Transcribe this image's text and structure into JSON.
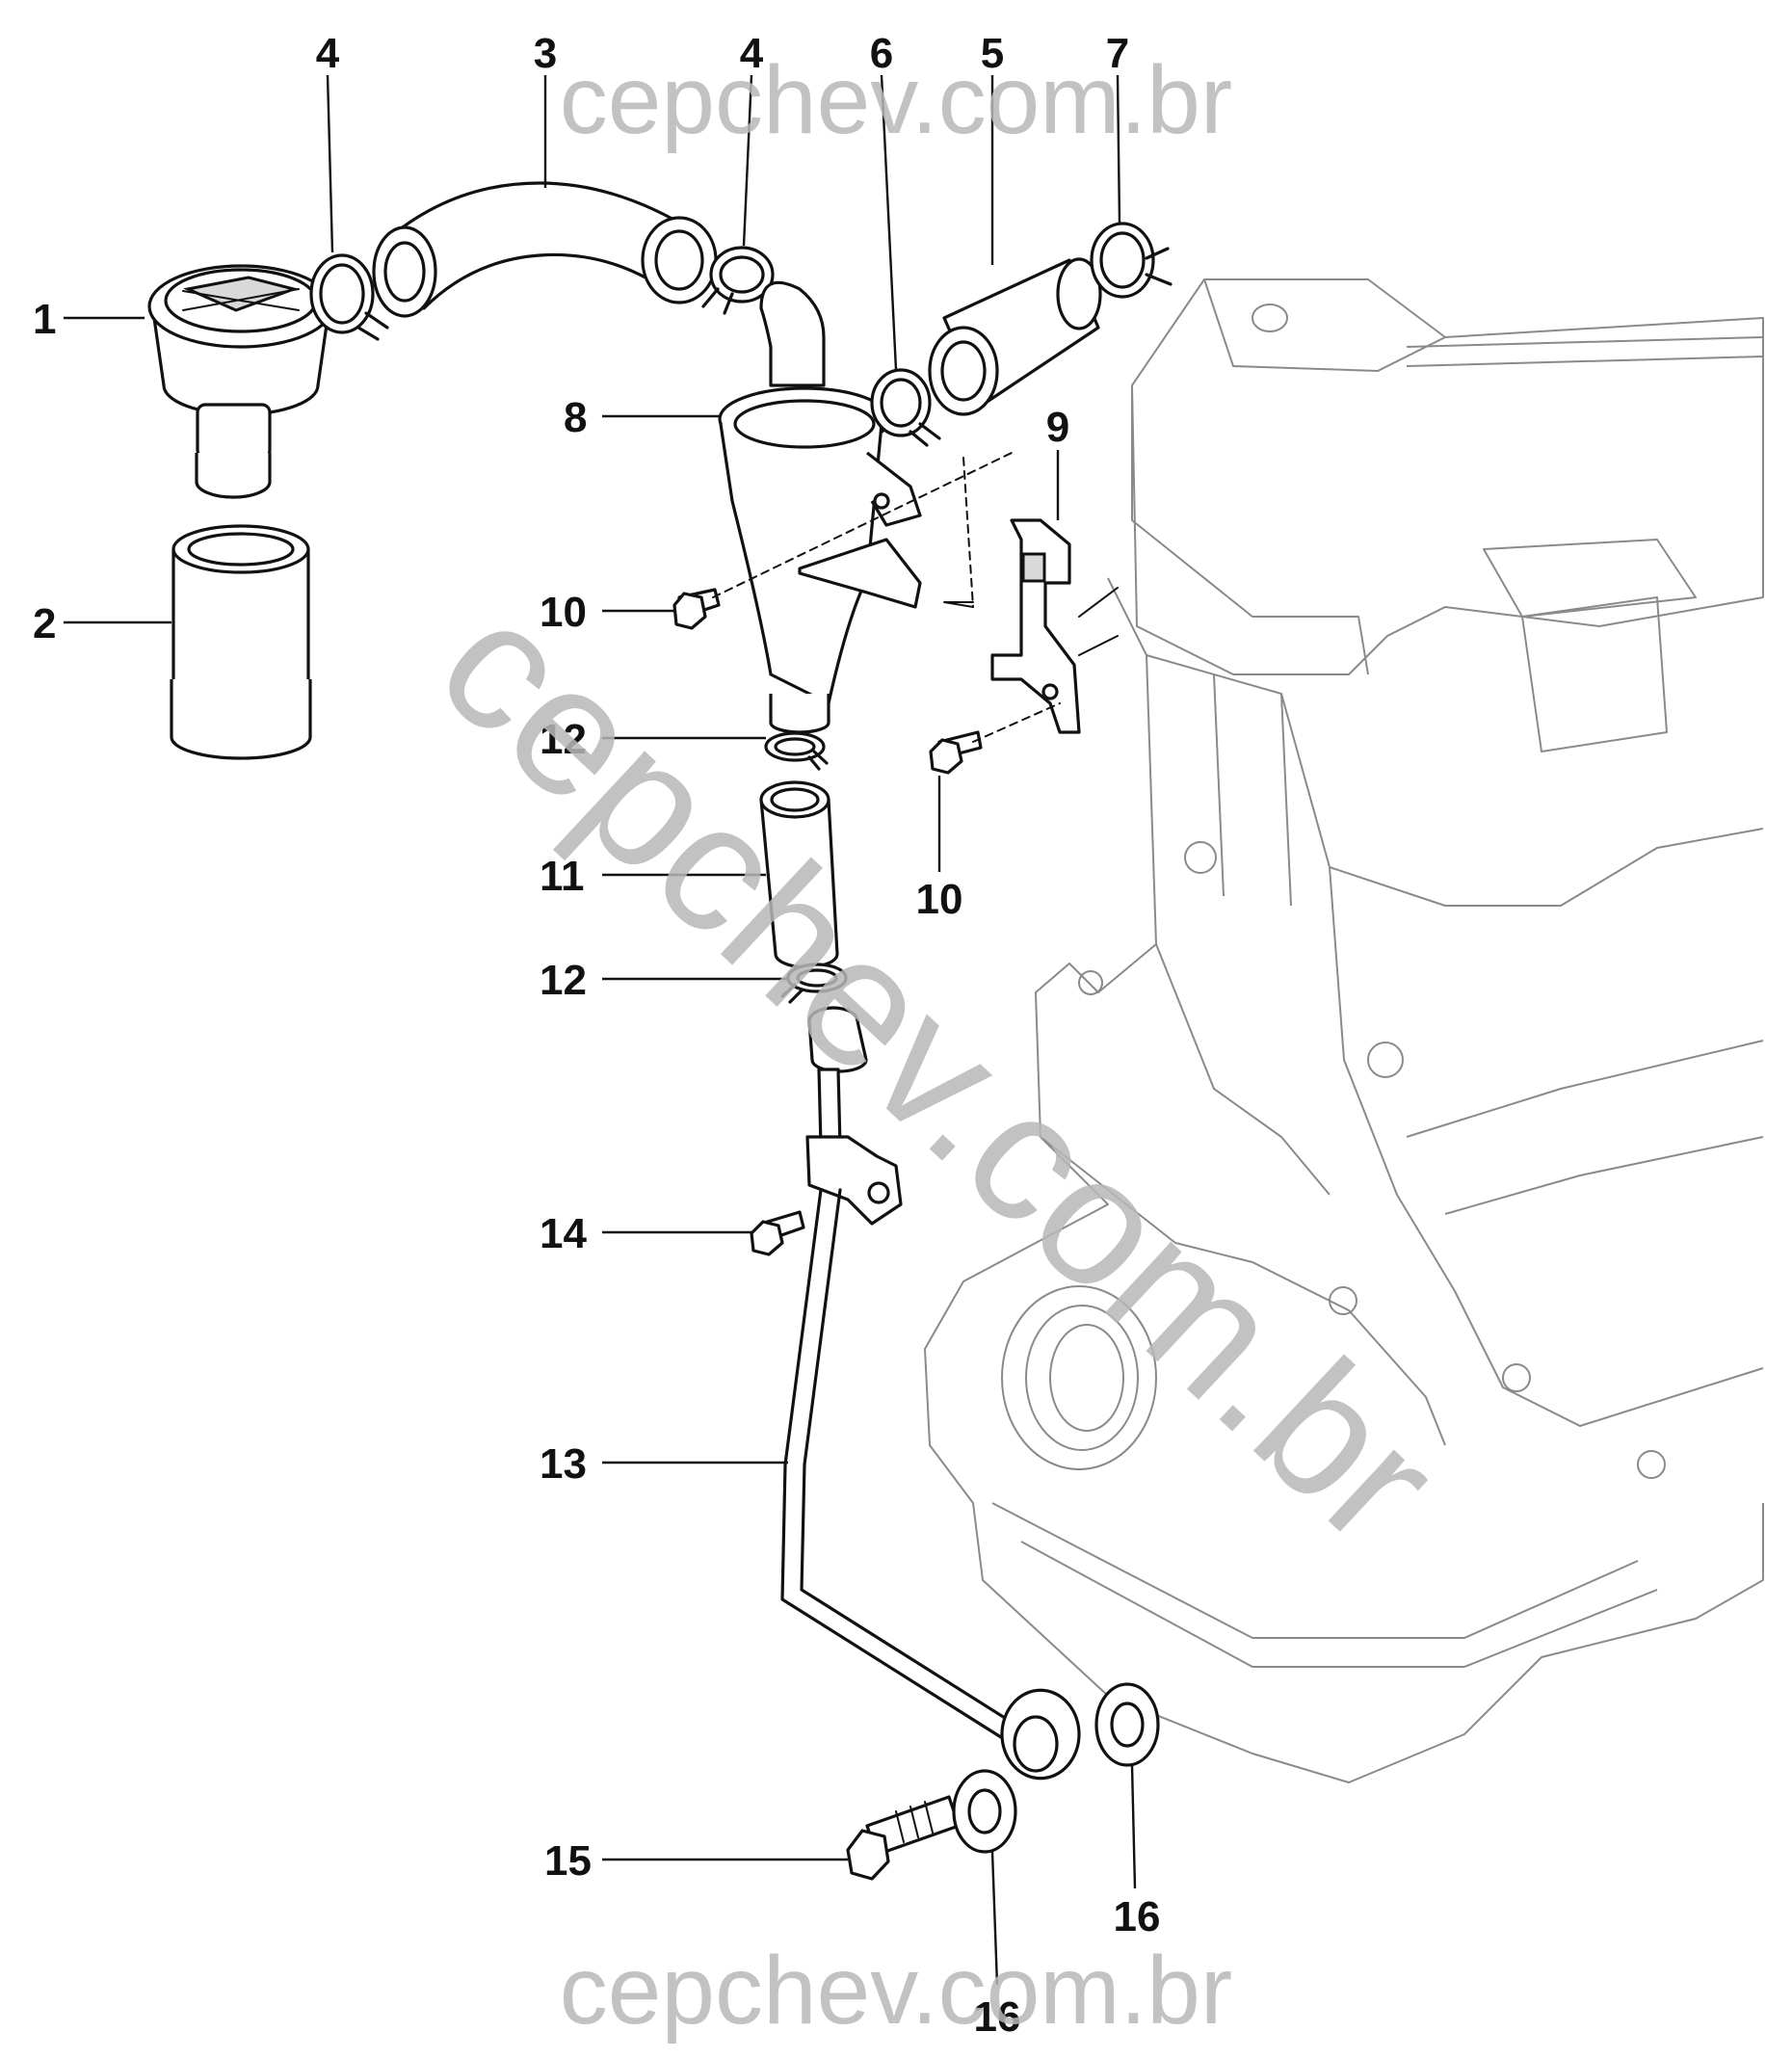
{
  "watermark": {
    "top": "cepchev.com.br",
    "diagonal": "cepchev.com.br",
    "bottom": "cepchev.com.br"
  },
  "callouts": [
    {
      "id": "c1",
      "label": "1"
    },
    {
      "id": "c2",
      "label": "2"
    },
    {
      "id": "c3",
      "label": "3"
    },
    {
      "id": "c4a",
      "label": "4"
    },
    {
      "id": "c4b",
      "label": "4"
    },
    {
      "id": "c5",
      "label": "5"
    },
    {
      "id": "c6",
      "label": "6"
    },
    {
      "id": "c7",
      "label": "7"
    },
    {
      "id": "c8",
      "label": "8"
    },
    {
      "id": "c9",
      "label": "9"
    },
    {
      "id": "c10a",
      "label": "10"
    },
    {
      "id": "c10b",
      "label": "10"
    },
    {
      "id": "c11",
      "label": "11"
    },
    {
      "id": "c12a",
      "label": "12"
    },
    {
      "id": "c12b",
      "label": "12"
    },
    {
      "id": "c13",
      "label": "13"
    },
    {
      "id": "c14",
      "label": "14"
    },
    {
      "id": "c15",
      "label": "15"
    },
    {
      "id": "c16a",
      "label": "16"
    },
    {
      "id": "c16b",
      "label": "16"
    }
  ]
}
